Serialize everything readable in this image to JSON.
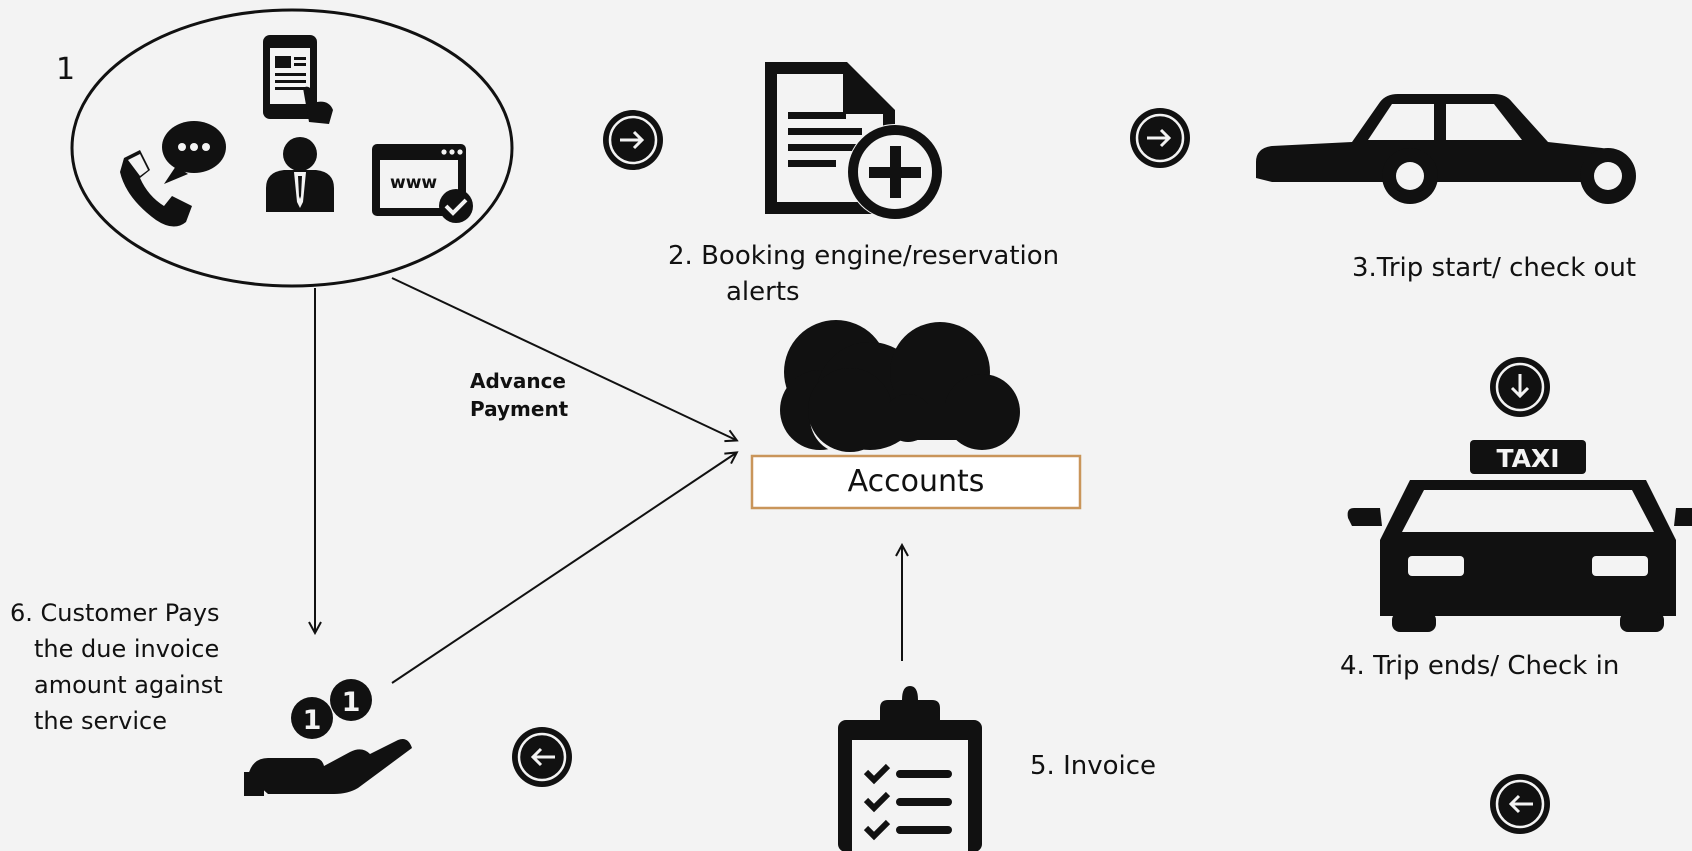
{
  "steps": {
    "one": "1",
    "booking_line1": "2.  Booking engine/reservation",
    "booking_line2": "alerts",
    "trip_start": "3.Trip start/ check out",
    "trip_end": "4. Trip ends/ Check in",
    "invoice": "5. Invoice",
    "pay_line1": "6. Customer Pays",
    "pay_line2": "the due invoice",
    "pay_line3": "amount against",
    "pay_line4": "the service"
  },
  "center": {
    "accounts": "Accounts",
    "advance_line1": "Advance",
    "advance_line2": "Payment"
  },
  "icons": {
    "web_text": "www",
    "taxi_sign": "TAXI",
    "coin_digit": "1"
  },
  "colors": {
    "background": "#f3f3f3",
    "ink": "#111111",
    "accounts_border": "#c9955a"
  }
}
